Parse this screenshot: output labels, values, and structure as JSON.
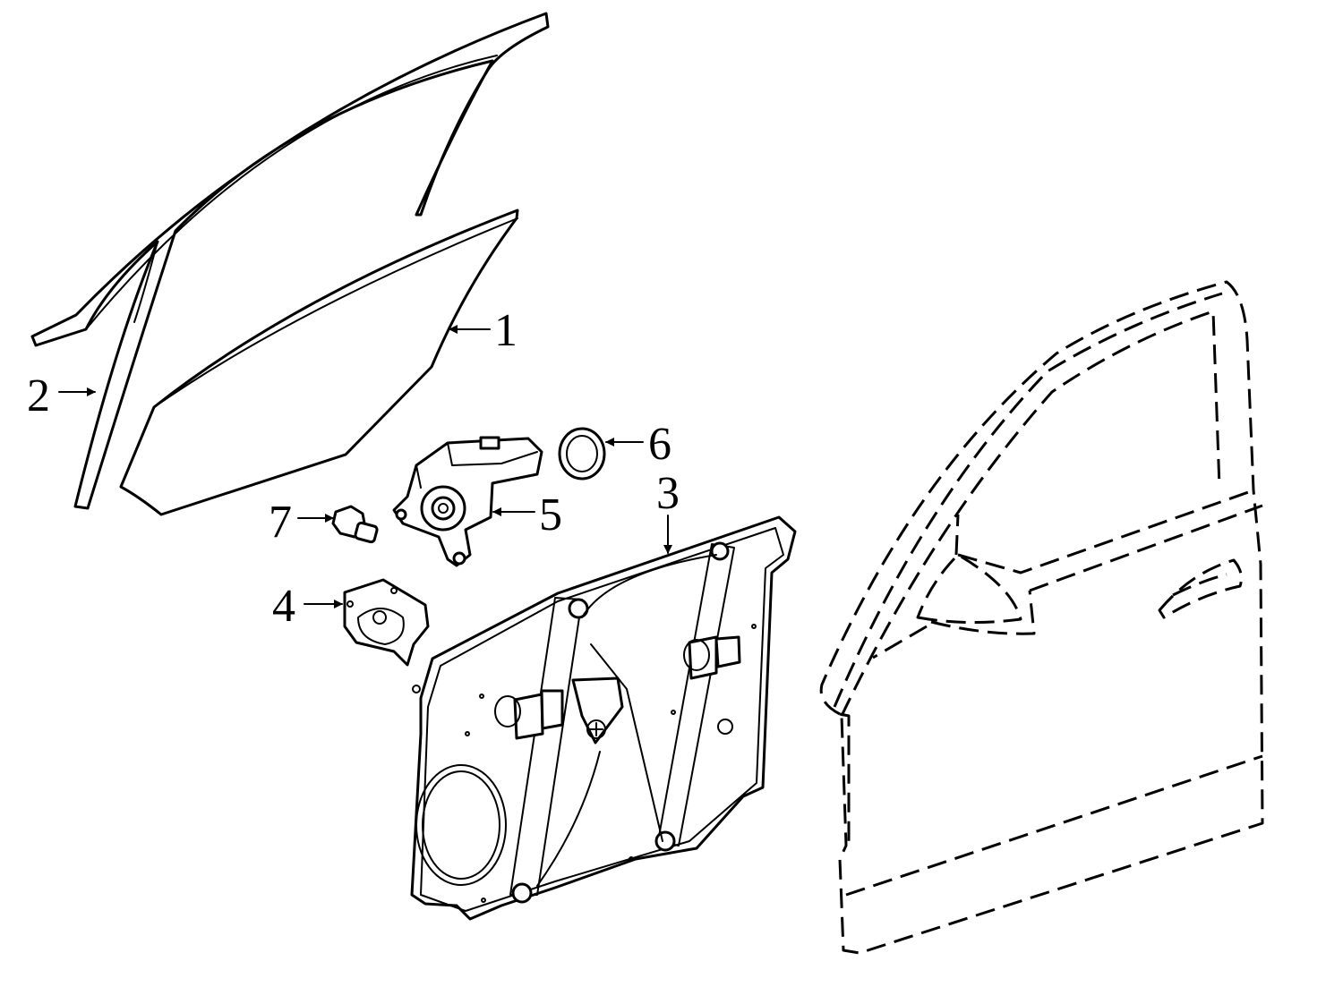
{
  "diagram": {
    "highlight_color": "#a3dff9",
    "line_color": "#000000",
    "callouts": [
      {
        "id": "1",
        "label": "1"
      },
      {
        "id": "2",
        "label": "2"
      },
      {
        "id": "3",
        "label": "3"
      },
      {
        "id": "4",
        "label": "4"
      },
      {
        "id": "5",
        "label": "5"
      },
      {
        "id": "6",
        "label": "6"
      },
      {
        "id": "7",
        "label": "7"
      }
    ]
  }
}
